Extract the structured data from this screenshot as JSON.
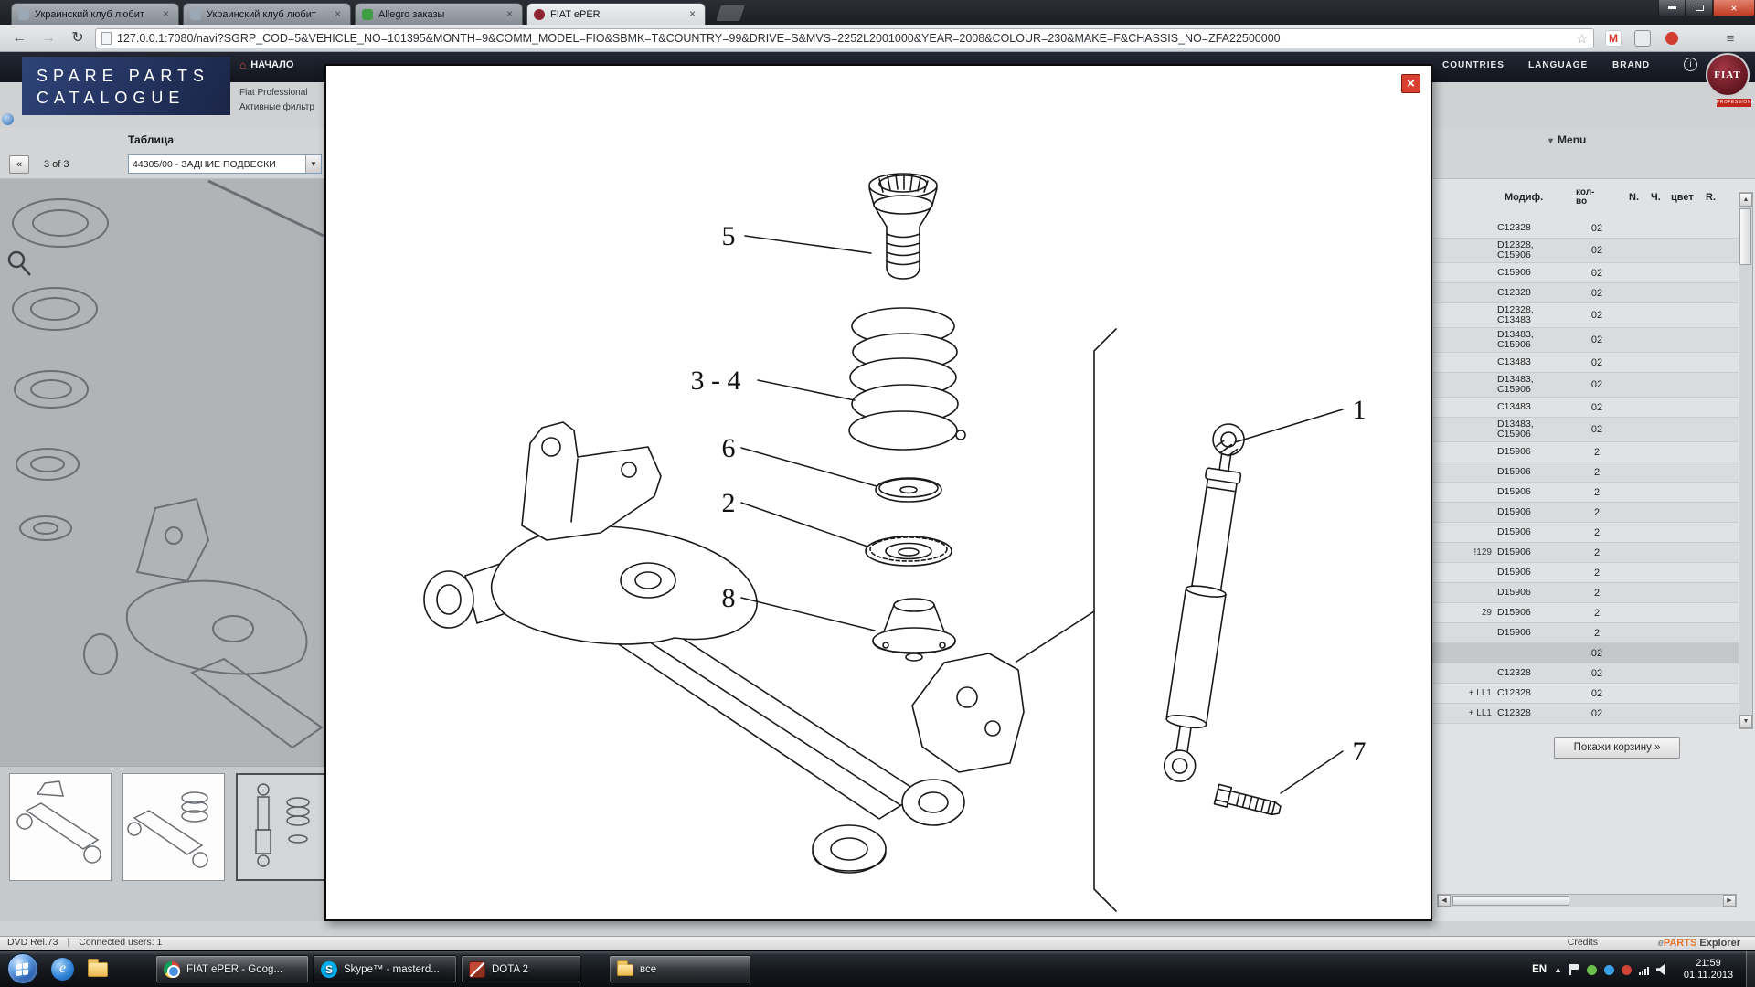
{
  "browser": {
    "tabs": [
      {
        "label": "Украинский клуб любит"
      },
      {
        "label": "Украинский клуб любит"
      },
      {
        "label": "Allegro заказы"
      },
      {
        "label": "FIAT ePER"
      }
    ],
    "url": "127.0.0.1:7080/navi?SGRP_COD=5&VEHICLE_NO=101395&MONTH=9&COMM_MODEL=FIO&SBMK=T&COUNTRY=99&DRIVE=S&MVS=2252L2001000&YEAR=2008&COLOUR=230&MAKE=F&CHASSIS_NO=ZFA22500000"
  },
  "header": {
    "logo_line1": "SPARE PARTS",
    "logo_line2": "CATALOGUE",
    "nav_home": "НАЧАЛО",
    "nav_sub1": "Fiat Professional",
    "nav_sub2": "Активные фильтр",
    "menu_right": [
      "COUNTRIES",
      "LANGUAGE",
      "BRAND"
    ],
    "brand_badge": "FIAT",
    "brand_tag": "PROFESSIONAL"
  },
  "toolbar": {
    "table_label": "Таблица",
    "pager_prev": "«",
    "pager_text": "3 of 3",
    "table_select": "44305/00 - ЗАДНИЕ ПОДВЕСКИ",
    "menu_label": "Menu"
  },
  "diagram": {
    "labels": [
      "5",
      "3 - 4",
      "6",
      "2",
      "8",
      "1",
      "7"
    ]
  },
  "parts_table": {
    "headers": {
      "mod": "Модиф.",
      "qty": "кол-\nво",
      "n": "N.",
      "ch": "Ч.",
      "color": "цвет",
      "r": "R."
    },
    "rows": [
      {
        "mod": [
          "C12328"
        ],
        "qty": "02"
      },
      {
        "mod": [
          "D12328,",
          "C15906"
        ],
        "qty": "02"
      },
      {
        "mod": [
          "C15906"
        ],
        "qty": "02"
      },
      {
        "mod": [
          "C12328"
        ],
        "qty": "02"
      },
      {
        "mod": [
          "D12328,",
          "C13483"
        ],
        "qty": "02"
      },
      {
        "mod": [
          "D13483,",
          "C15906"
        ],
        "qty": "02"
      },
      {
        "mod": [
          "C13483"
        ],
        "qty": "02"
      },
      {
        "mod": [
          "D13483,",
          "C15906"
        ],
        "qty": "02"
      },
      {
        "mod": [
          "C13483"
        ],
        "qty": "02"
      },
      {
        "mod": [
          "D13483,",
          "C15906"
        ],
        "qty": "02"
      },
      {
        "mod": [
          "D15906"
        ],
        "qty": "2"
      },
      {
        "mod": [
          "D15906"
        ],
        "qty": "2"
      },
      {
        "mod": [
          "D15906"
        ],
        "qty": "2"
      },
      {
        "mod": [
          "D15906"
        ],
        "qty": "2"
      },
      {
        "mod": [
          "D15906"
        ],
        "qty": "2"
      },
      {
        "pre": "!129",
        "mod": [
          "D15906"
        ],
        "qty": "2"
      },
      {
        "mod": [
          "D15906"
        ],
        "qty": "2"
      },
      {
        "mod": [
          "D15906"
        ],
        "qty": "2"
      },
      {
        "pre": "29",
        "mod": [
          "D15906"
        ],
        "qty": "2"
      },
      {
        "mod": [
          "D15906"
        ],
        "qty": "2"
      },
      {
        "mod": [],
        "qty": "02",
        "highlight": true
      },
      {
        "mod": [
          "C12328"
        ],
        "qty": "02"
      },
      {
        "pre": "+ LL1",
        "mod": [
          "C12328"
        ],
        "qty": "02"
      },
      {
        "pre": "+ LL1",
        "mod": [
          "C12328"
        ],
        "qty": "02"
      }
    ],
    "cart_button": "Покажи корзину »"
  },
  "statusbar": {
    "left": "DVD Rel.73",
    "users": "Connected users: 1",
    "credits": "Credits",
    "logo_e": "e",
    "logo_parts": "PARTS",
    "logo_explorer": "Explorer"
  },
  "taskbar": {
    "buttons": [
      {
        "label": "FIAT ePER - Goog..."
      },
      {
        "label": "Skype™ - masterd..."
      },
      {
        "label": "DOTA 2"
      },
      {
        "label": "все"
      }
    ],
    "tray": {
      "lang": "EN",
      "time": "21:59",
      "date": "01.11.2013"
    }
  },
  "colors": {
    "navy": "#24356b",
    "close_red": "#d8402f",
    "eparts_orange": "#e8732a"
  }
}
